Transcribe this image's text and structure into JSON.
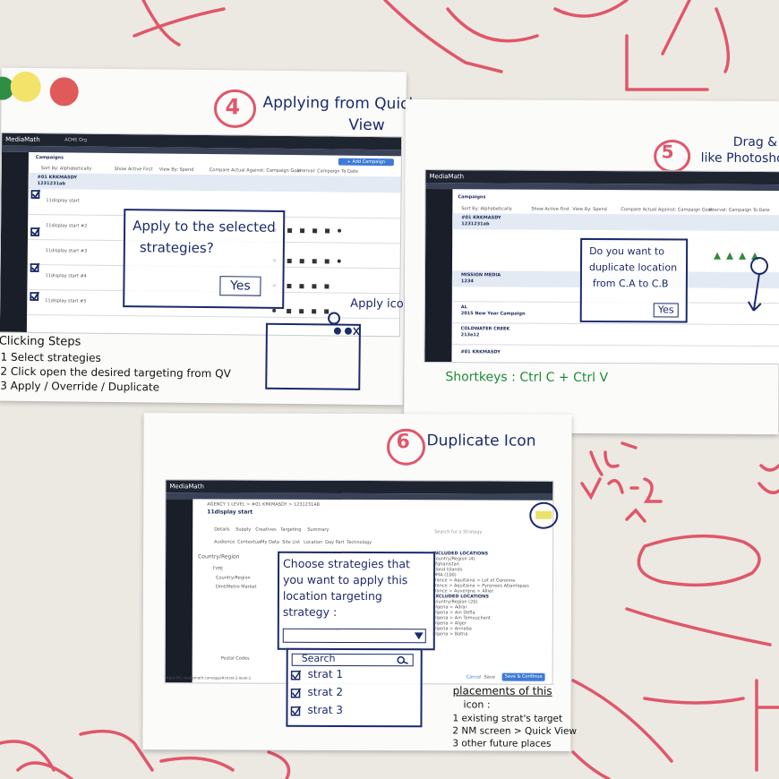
{
  "paper4": {
    "number": "4",
    "title_line1": "Applying from Quick",
    "title_line2": "View",
    "app_brand": "MediaMath",
    "nav_label": "ACME Org",
    "campaigns_label": "Campaigns",
    "sort_label": "Sort By: Alphabetically",
    "active_first": "Show Active First",
    "view_by": "View By: Spend",
    "compare_label": "Compare Actual Against: Campaign Goal",
    "interval_label": "Interval: Campaign To Date",
    "add_campaign": "+ Add Campaign",
    "row_titles": [
      "#01 KRKMASDY",
      "1231231ab",
      "11display start",
      "11display start #2",
      "11display start #3",
      "11display start #4",
      "11display start #5"
    ],
    "callout_line1": "Apply to the selected",
    "callout_line2": "strategies?",
    "callout_button": "Yes",
    "apply_icon_note": "Apply icon",
    "steps_title": "Clicking Steps",
    "steps": [
      "1  Select strategies",
      "2  Click open the desired targeting from QV",
      "3  Apply / Override / Duplicate"
    ]
  },
  "paper5": {
    "number": "5",
    "title_line1": "Drag &",
    "title_line2": "like Photoshop",
    "app_brand": "MediaMath",
    "campaigns_label": "Campaigns",
    "sort_label": "Sort By: Alphabetically",
    "active_first": "Show Active First",
    "view_by": "View By: Spend",
    "compare_label": "Compare Actual Against: Campaign Goal",
    "interval_label": "Interval: Campaign To Date",
    "row_titles": [
      "#01 KRKMASDY",
      "1231231ab",
      "MISSION MEDIA",
      "1234",
      "AL",
      "2015 New Year Campaign",
      "COLDWATER CREEK",
      "213e12",
      "#01 KRKMASDY"
    ],
    "callout_line1": "Do you want to",
    "callout_line2": "duplicate location",
    "callout_line3": "from C.A to C.B",
    "callout_button": "Yes",
    "shortkeys": "Shortkeys :  Ctrl C + Ctrl V"
  },
  "paper6": {
    "number": "6",
    "title": "Duplicate Icon",
    "app_brand": "MediaMath",
    "breadcrumb": "AGENCY 1 LEVEL > #01 KRKMASDY > 1231231AB",
    "strategy_name": "11display start",
    "tabs": [
      "Details",
      "Supply",
      "Creatives",
      "Targeting",
      "Summary"
    ],
    "subtabs": [
      "Audience",
      "Contextual",
      "My Data",
      "Site List",
      "Location",
      "Day Part",
      "Technology"
    ],
    "search_placeholder": "Search for a Strategy",
    "region_select": "Country/Region",
    "tree_items": [
      "TYPE",
      "Country/Region",
      "Dmt/Metro Market"
    ],
    "postal_label": "Postal Codes",
    "right_list": [
      "INCLUDED LOCATIONS",
      "Country/Region (4)",
      "Afghanistan",
      "Aland Islands",
      "DMA (100)",
      "France > Aquitaine > Lot et Garonne",
      "France > Aquitaine > Pyrenees Atlantiques",
      "France > Auvergne > Allier",
      "EXCLUDED LOCATIONS",
      "Country/Region (20)",
      "Algeria > Adrar",
      "Algeria > Ain Defla",
      "Algeria > Ain Temouchent",
      "Algeria > Alger",
      "Algeria > Annaba",
      "Algeria > Batna"
    ],
    "footer_buttons": [
      "Cancel",
      "Save",
      "Save & Continue"
    ],
    "url": "https://t1.mediamath.com/app/#/strat-2-level-1",
    "callout_lines": [
      "Choose strategies that",
      "you want to apply this",
      "location targeting",
      "strategy :"
    ],
    "search_label": "Search",
    "strategies": [
      "strat 1",
      "strat 2",
      "strat 3"
    ],
    "placements_title": "placements of this",
    "placements_sub": "icon :",
    "placements": [
      "1 existing strat's target",
      "2 NM screen > Quick View",
      "3 other future places"
    ]
  },
  "colors": {
    "ink_blue": "#1b2a6b",
    "ink_red": "#e0576a",
    "ink_green": "#1f8a3a",
    "app_dark": "#1f2431",
    "accent_blue": "#3f7bd6"
  }
}
